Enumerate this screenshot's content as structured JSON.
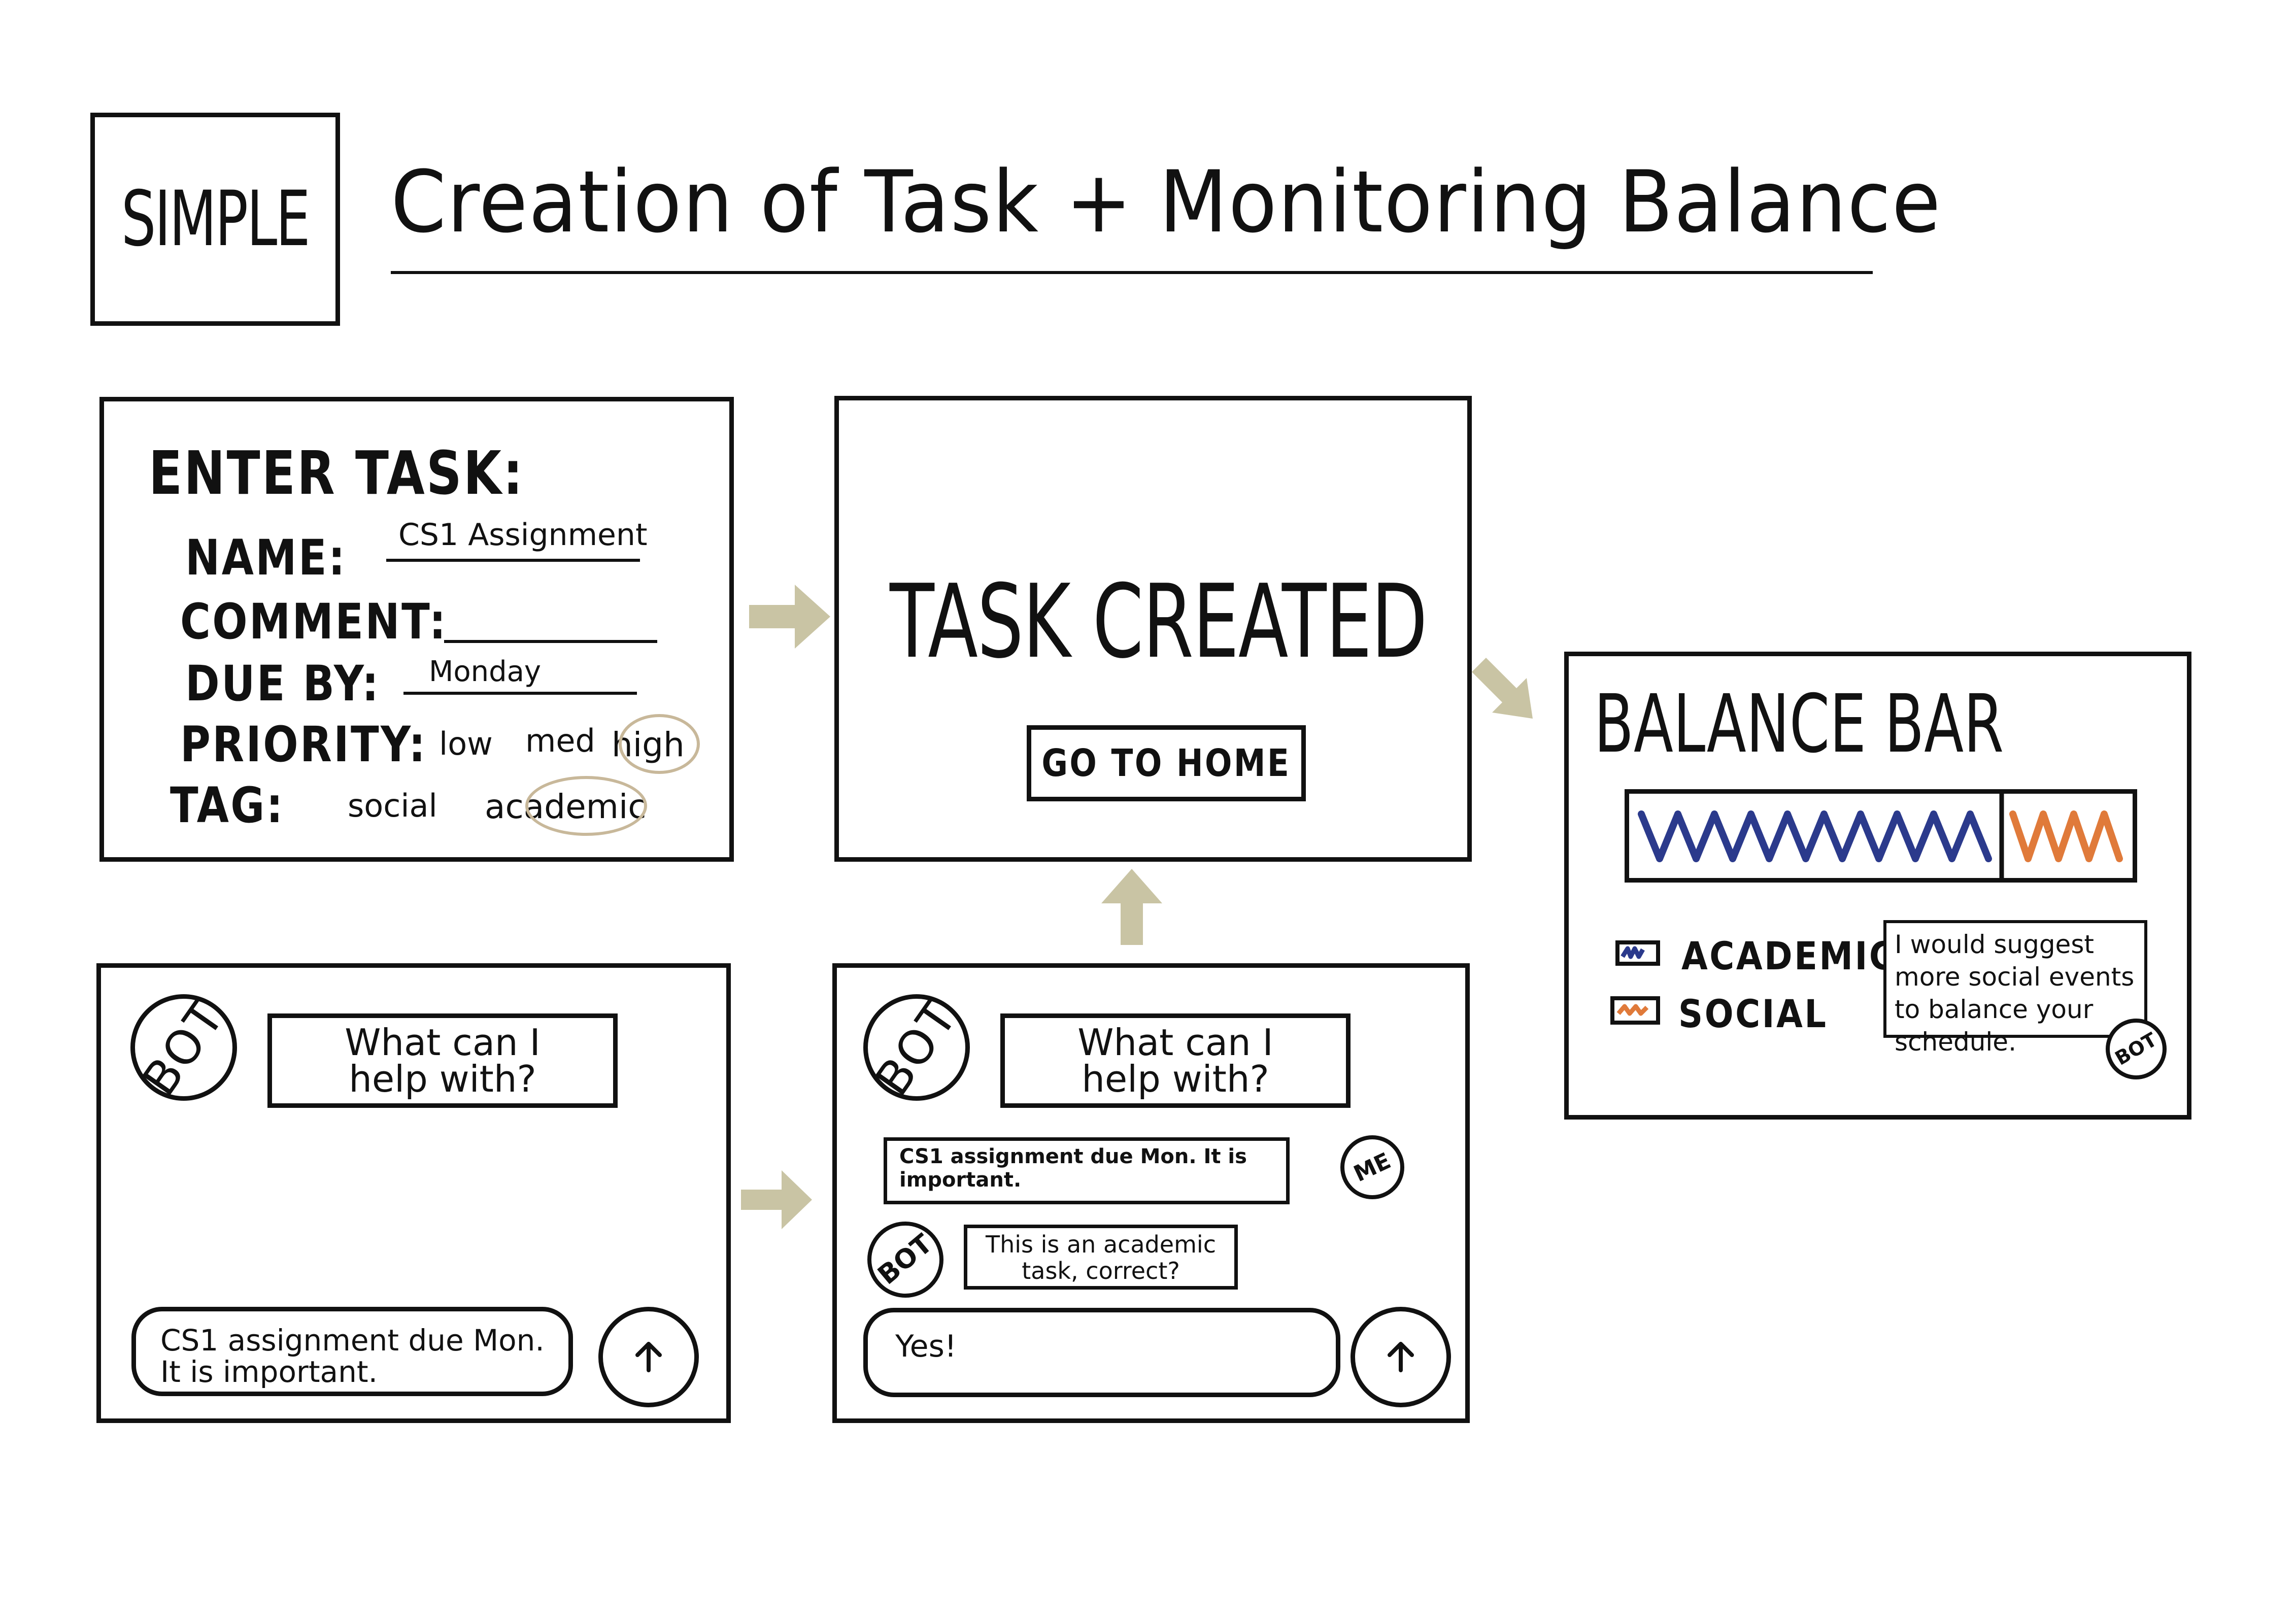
{
  "header": {
    "badge": "SIMPLE",
    "title": "Creation of Task + Monitoring Balance"
  },
  "enter_task": {
    "heading": "ENTER TASK:",
    "name_label": "NAME:",
    "name_value": "CS1 Assignment",
    "comment_label": "COMMENT:",
    "comment_value": "",
    "due_label": "DUE BY:",
    "due_value": "Monday",
    "priority_label": "PRIORITY:",
    "priority_options": [
      "low",
      "med",
      "high"
    ],
    "priority_selected": "high",
    "tag_label": "TAG:",
    "tag_options": [
      "social",
      "academic"
    ],
    "tag_selected": "academic"
  },
  "task_created": {
    "title": "TASK CREATED",
    "button": "GO TO HOME"
  },
  "balance": {
    "title": "BALANCE BAR",
    "academic_fraction": 0.74,
    "legend": [
      {
        "label": "ACADEMIC",
        "color": "#2b3a8c"
      },
      {
        "label": "SOCIAL",
        "color": "#e07a3a"
      }
    ],
    "suggestion": "I would suggest more social events to balance your schedule.",
    "bot_label": "BOT"
  },
  "chat1": {
    "bot_label": "BOT",
    "bot_message": "What can I help with?",
    "input_text": "CS1 assignment due Mon. It is important.",
    "send_icon": "arrow-up"
  },
  "chat2": {
    "bot_label": "BOT",
    "bot_message": "What can I help with?",
    "user_message": "CS1 assignment due Mon. It is important.",
    "me_label": "ME",
    "bot_label_2": "BOT",
    "bot_message_2": "This is an academic task, correct?",
    "input_text": "Yes!",
    "send_icon": "arrow-up"
  },
  "colors": {
    "ink": "#111111",
    "arrow": "#c9c4a4",
    "academic": "#2b3a8c",
    "social": "#e07a3a",
    "circle_highlight": "#c8b89a"
  }
}
